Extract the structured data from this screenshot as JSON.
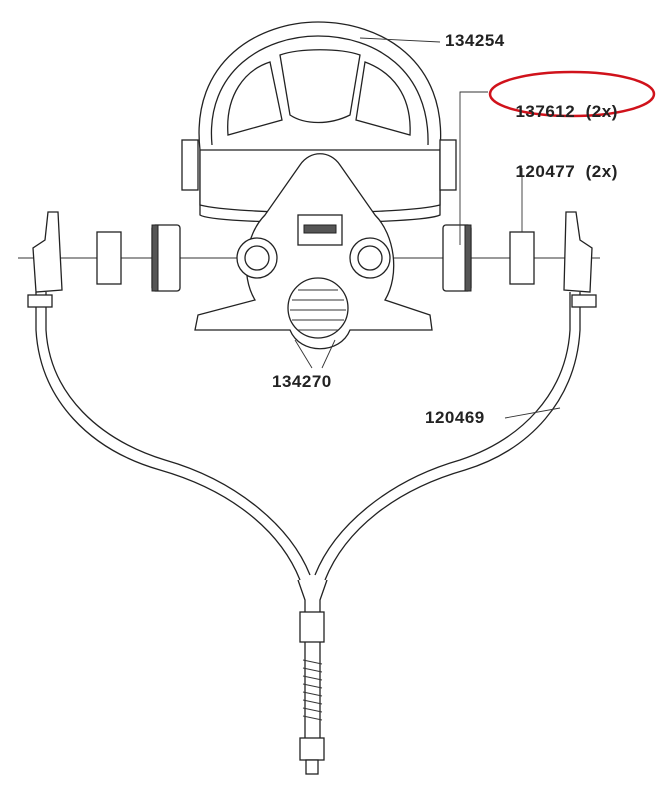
{
  "parts": [
    {
      "id": "helmet",
      "label": "134254"
    },
    {
      "id": "filter-holder",
      "label": "137612",
      "qty": "(2x)",
      "highlighted": true
    },
    {
      "id": "filter-pad",
      "label": "120477",
      "qty": "(2x)"
    },
    {
      "id": "half-mask",
      "label": "134270"
    },
    {
      "id": "hose-assembly",
      "label": "120469"
    }
  ],
  "colors": {
    "line": "#222222",
    "highlight": "#d0121b",
    "background": "#ffffff"
  }
}
